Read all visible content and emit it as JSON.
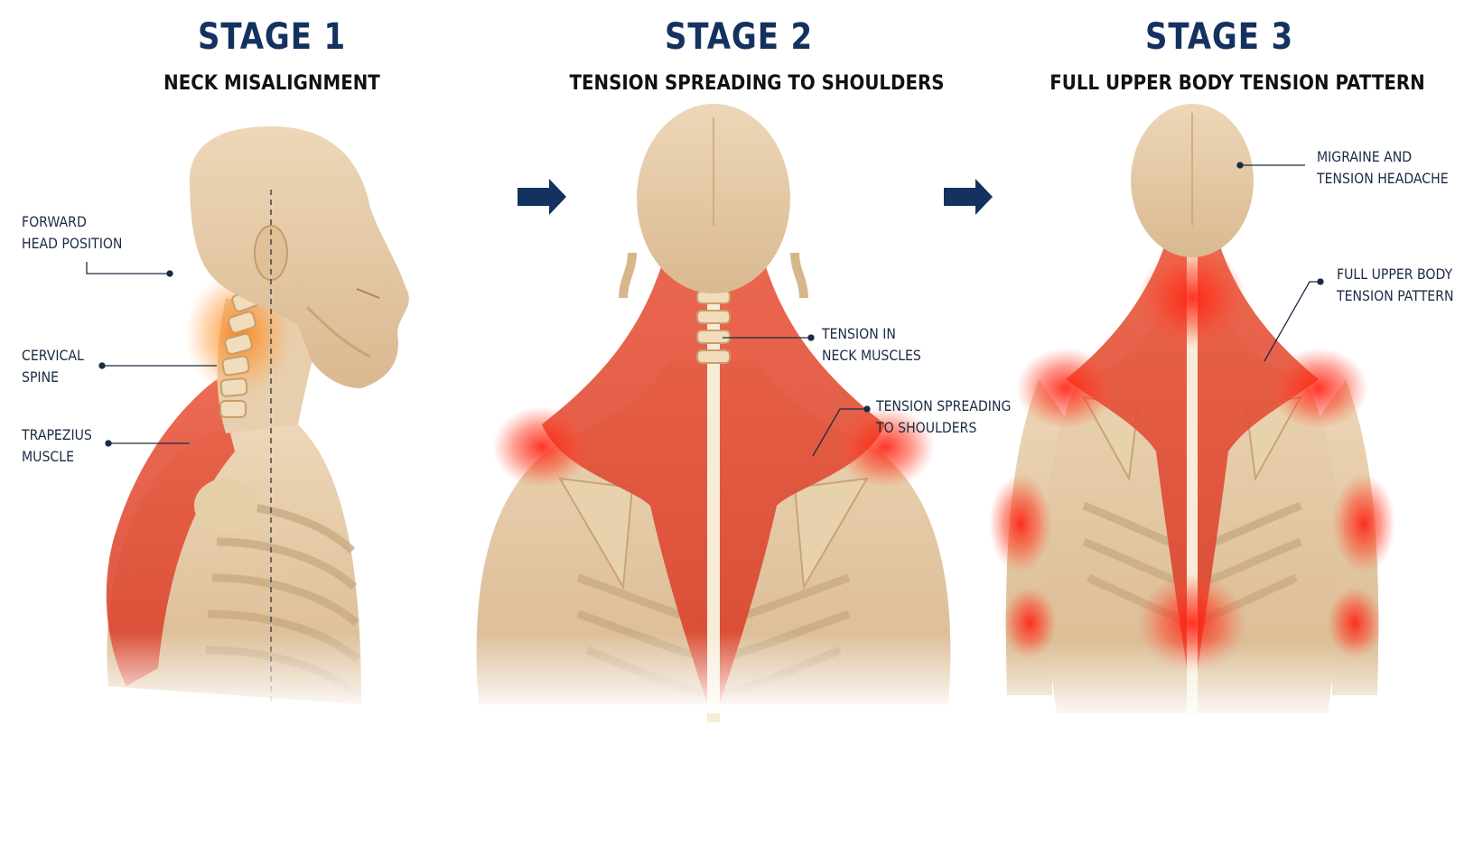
{
  "colors": {
    "title": "#14325f",
    "subtitle": "#111111",
    "label": "#1b2b45",
    "arrow": "#14325f",
    "bone": "#e8d3b0",
    "muscle": "#e0452f",
    "hotspot": "#ff2a1a",
    "stage1_hotspot": "#ff8a1f"
  },
  "stages": [
    {
      "title": "STAGE 1",
      "subtitle": "NECK MISALIGNMENT",
      "labels": [
        {
          "line1": "FORWARD",
          "line2": "HEAD POSITION"
        },
        {
          "line1": "CERVICAL",
          "line2": "SPINE"
        },
        {
          "line1": "TRAPEZIUS",
          "line2": "MUSCLE"
        }
      ]
    },
    {
      "title": "STAGE 2",
      "subtitle": "TENSION SPREADING TO SHOULDERS",
      "labels": [
        {
          "line1": "TENSION IN",
          "line2": "NECK MUSCLES"
        },
        {
          "line1": "TENSION SPREADING",
          "line2": "TO SHOULDERS"
        }
      ]
    },
    {
      "title": "STAGE 3",
      "subtitle": "FULL UPPER BODY TENSION PATTERN",
      "labels": [
        {
          "line1": "MIGRAINE AND",
          "line2": "TENSION HEADACHE"
        },
        {
          "line1": "FULL UPPER BODY",
          "line2": "TENSION PATTERN"
        }
      ]
    }
  ],
  "icons": [
    "arrow-right-icon",
    "arrow-right-icon"
  ]
}
